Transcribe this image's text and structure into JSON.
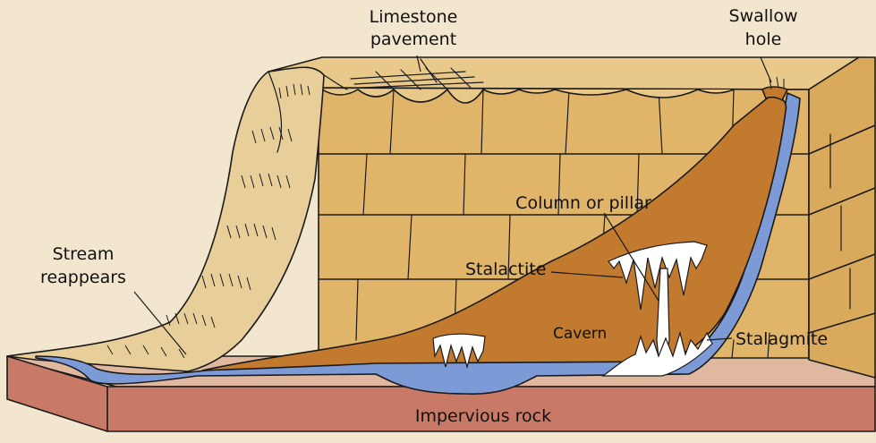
{
  "labels": {
    "limestone_pavement_1": "Limestone",
    "limestone_pavement_2": "pavement",
    "swallow_hole_1": "Swallow",
    "swallow_hole_2": "hole",
    "column_or_pillar": "Column or pillar",
    "stream_reappears_1": "Stream",
    "stream_reappears_2": "reappears",
    "stalactite": "Stalactite",
    "cavern": "Cavern",
    "stalagmite": "Stalagmite",
    "impervious_rock": "Impervious rock"
  },
  "colors": {
    "background": "#f2e6cf",
    "limestone": "#e0b56a",
    "limestone_top": "#e8c98a",
    "cliff_face": "#e8cf9a",
    "cavern": "#c27a2e",
    "water": "#7b9ad6",
    "impervious_rock": "#c97a66",
    "impervious_top": "#dfb89f",
    "speleothem": "#ffffff"
  }
}
